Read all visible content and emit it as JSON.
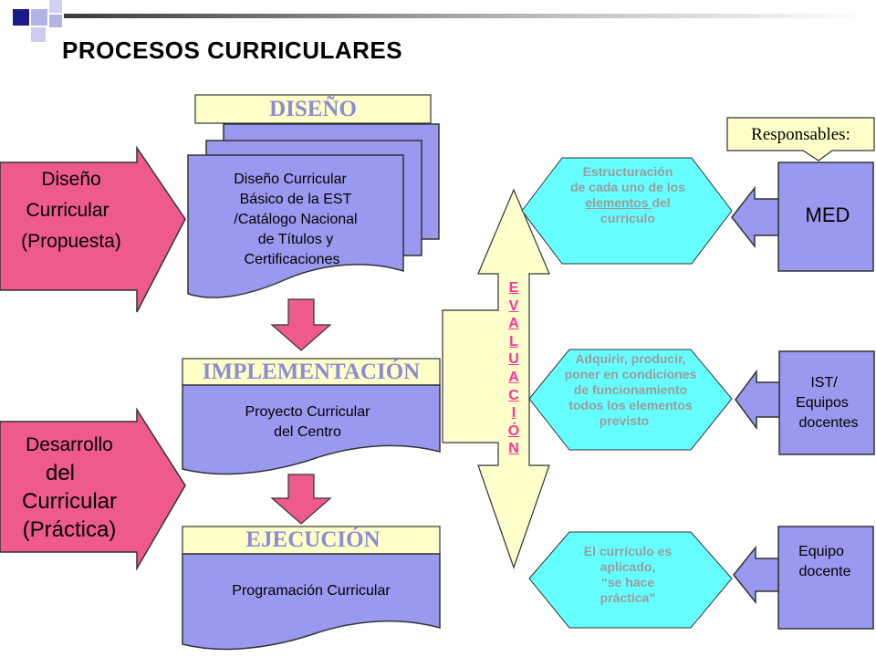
{
  "title": "PROCESOS  CURRICULARES",
  "left": {
    "design_arrow": [
      "Diseño",
      "Curricular",
      "(Propuesta)"
    ],
    "practice_arrow": [
      "Desarrollo",
      "del",
      "Curricular",
      "(Práctica)"
    ]
  },
  "center": {
    "diseno_label": "DISEÑO",
    "diseno_doc": [
      "Diseño Curricular",
      "Básico de la EST",
      "/Catálogo Nacional",
      "de Títulos y",
      "Certificaciones"
    ],
    "implementacion_label": "IMPLEMENTACIÓN",
    "implementacion_doc": [
      "Proyecto Curricular",
      "del Centro"
    ],
    "ejecucion_label": "EJECUCIÓN",
    "ejecucion_doc": "Programación Curricular"
  },
  "evaluacion": [
    "E",
    "V",
    "A",
    "L",
    "U",
    "A",
    "C",
    "I",
    "Ó",
    "N"
  ],
  "hexagons": {
    "h1": {
      "before": "Estructuración\nde cada uno de los\n",
      "underlined": "elementos ",
      "after": "del\ncurrículo"
    },
    "h2": [
      "Adquirir, producir,",
      "poner en condiciones",
      "de funcionamiento",
      "todos los elementos",
      "previsto"
    ],
    "h3": [
      "El currículo es",
      "aplicado,",
      "“se hace",
      "práctica”"
    ]
  },
  "responsables": {
    "label": "Responsables:",
    "items": [
      [
        "MED"
      ],
      [
        "IST/",
        "Equipos",
        "docentes"
      ],
      [
        "Equipo",
        "docente"
      ]
    ]
  },
  "colors": {
    "pink": "#ee5a8e",
    "doc_fill": "#9999f0",
    "label_fill": "#ffffc8",
    "cyan": "#66ffff",
    "eval_fill": "#ffffcc",
    "eval_text": "#ff3399",
    "label_text": "#8b8bd6",
    "resp_fill": "#9999f0"
  }
}
